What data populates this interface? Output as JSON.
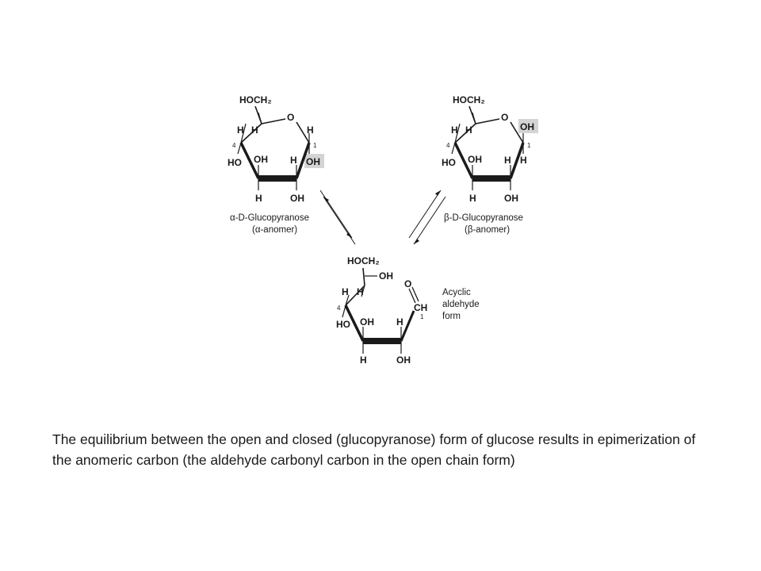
{
  "caption": "The equilibrium between the open and closed (glucopyranose) form of glucose results in epimerization of the anomeric carbon (the aldehyde carbonyl carbon in the open chain form)",
  "alpha": {
    "hoch2": "HOCH₂",
    "o": "O",
    "h_c5": "H",
    "h_c4": "H",
    "h_c1": "H",
    "num4": "4",
    "num1": "1",
    "ho_c4": "HO",
    "oh_c3": "OH",
    "h_c2": "H",
    "oh_anomeric": "OH",
    "h_c3": "H",
    "oh_c2": "OH",
    "name": "α-D-Glucopyranose",
    "anomer": "(α-anomer)"
  },
  "beta": {
    "hoch2": "HOCH₂",
    "o": "O",
    "h_c5": "H",
    "h_c4": "H",
    "oh_anomeric": "OH",
    "num4": "4",
    "num1": "1",
    "ho_c4": "HO",
    "oh_c3": "OH",
    "h_c2": "H",
    "h_c1": "H",
    "h_c3": "H",
    "oh_c2": "OH",
    "name": "β-D-Glucopyranose",
    "anomer": "(β-anomer)"
  },
  "acyclic": {
    "hoch2": "HOCH₂",
    "oh_c5": "OH",
    "h_c5": "H",
    "h_c4": "H",
    "o_carbonyl": "O",
    "ch": "CH",
    "num4": "4",
    "num1": "1",
    "ho_c4": "HO",
    "oh_c3": "OH",
    "h_c2": "H",
    "h_c3": "H",
    "oh_c2": "OH",
    "label_line1": "Acyclic",
    "label_line2": "aldehyde",
    "label_line3": "form"
  },
  "colors": {
    "ink": "#1a1a1a",
    "highlight": "#d4d4d4"
  }
}
